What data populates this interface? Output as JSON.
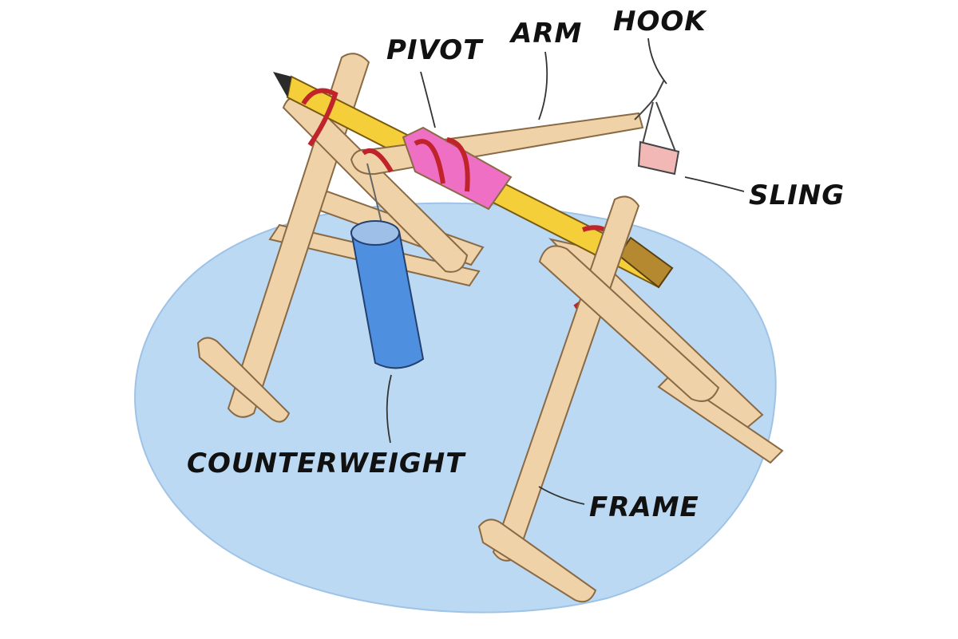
{
  "labels": {
    "pivot": "PIVOT",
    "arm": "ARM",
    "hook": "HOOK",
    "sling": "SLING",
    "counterweight": "COUNTERWEIGHT",
    "frame": "FRAME"
  },
  "colors": {
    "background": "#ffffff",
    "ground_shadow": "#bcd9f3",
    "stick_wood": "#efd2a8",
    "stick_edge": "#8a6a44",
    "pencil_yellow": "#f4cf3a",
    "pencil_tip": "#2b2b2b",
    "pencil_ferrule": "#b5892f",
    "rubber_band": "#c0242a",
    "pink_tape": "#ee6fc4",
    "battery_blue": "#4f8fe0",
    "sling_pink": "#f2b8b6"
  }
}
